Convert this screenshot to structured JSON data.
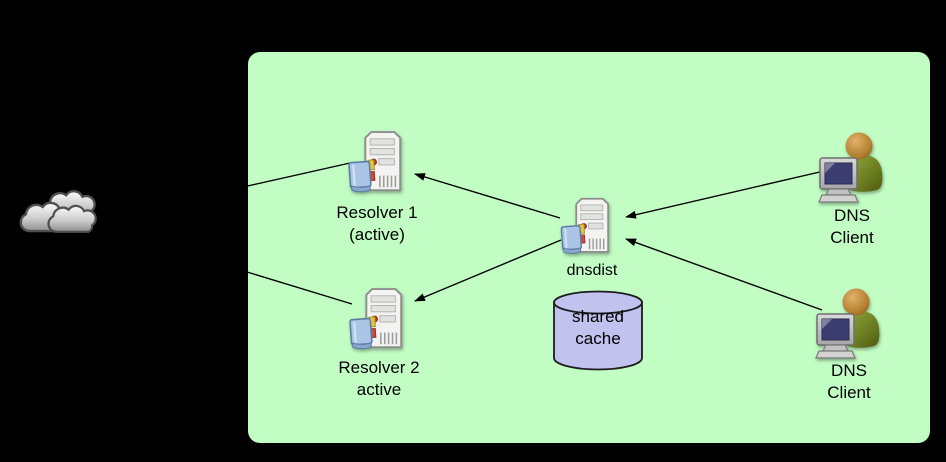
{
  "diagram": {
    "background_color": "#000000",
    "zone": {
      "fill": "#c2fdc4"
    },
    "edge_color": "#000000",
    "nodes": {
      "internet_cloud": {
        "icon": "cloud-icon"
      },
      "resolver1": {
        "icon": "server-icon",
        "label": "Resolver 1\n(active)"
      },
      "resolver2": {
        "icon": "server-icon",
        "label": "Resolver 2\nactive"
      },
      "dnsdist": {
        "icon": "server-icon",
        "label": "dnsdist"
      },
      "shared_cache": {
        "icon": "database-cylinder-icon",
        "label": "shared\ncache",
        "fill": "#c2c2ee"
      },
      "dns_client_1": {
        "icon": "user-workstation-icon",
        "label": "DNS\nClient"
      },
      "dns_client_2": {
        "icon": "user-workstation-icon",
        "label": "DNS\nClient"
      }
    },
    "edges": [
      {
        "from": "resolver1",
        "to": "internet_cloud",
        "arrowhead": false
      },
      {
        "from": "resolver2",
        "to": "internet_cloud",
        "arrowhead": false
      },
      {
        "from": "dnsdist",
        "to": "resolver1",
        "arrowhead": true
      },
      {
        "from": "dnsdist",
        "to": "resolver2",
        "arrowhead": true
      },
      {
        "from": "dns_client_1",
        "to": "dnsdist",
        "arrowhead": true
      },
      {
        "from": "dns_client_2",
        "to": "dnsdist",
        "arrowhead": true
      }
    ]
  }
}
